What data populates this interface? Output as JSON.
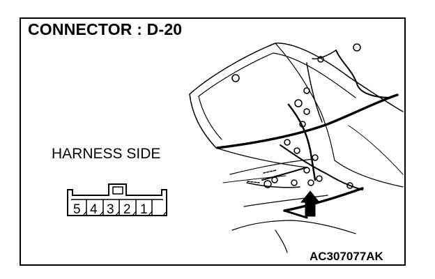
{
  "title": "CONNECTOR : D-20",
  "harness_side_label": "HARNESS SIDE",
  "figure_code": "AC307077AK",
  "connector": {
    "pins": [
      "5",
      "4",
      "3",
      "2",
      "1"
    ]
  },
  "icons": [
    "vehicle-harness-illustration",
    "location-arrow-icon",
    "connector-face-icon"
  ]
}
